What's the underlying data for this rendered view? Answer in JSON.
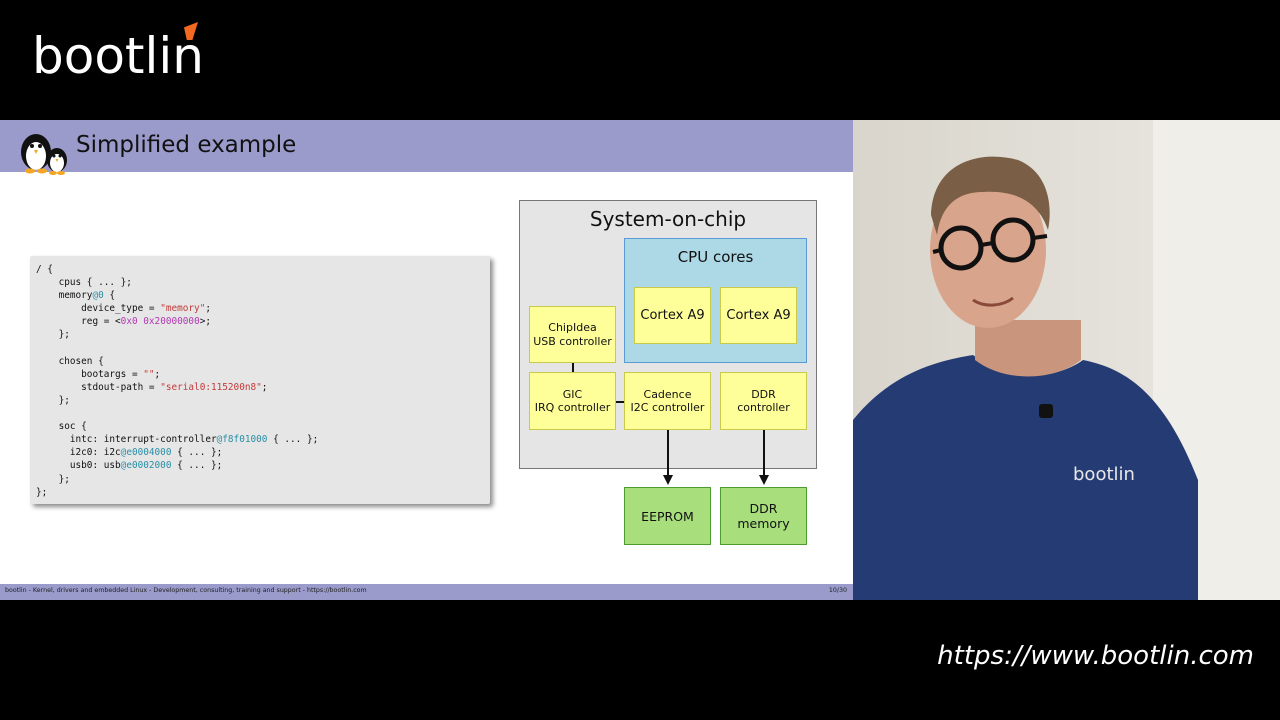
{
  "brand": {
    "logo_text": "bootlin",
    "accent_color": "#f26a22"
  },
  "slide": {
    "title": "Simplified example",
    "header_icon": "penguins-icon",
    "code_lines": [
      "/ {",
      "    cpus { ... };",
      "    memory@0 {",
      "        device_type = \"memory\";",
      "        reg = <0x0 0x20000000>;",
      "    };",
      "",
      "    chosen {",
      "        bootargs = \"\";",
      "        stdout-path = \"serial0:115200n8\";",
      "    };",
      "",
      "    soc {",
      "      intc: interrupt-controller@f8f01000 { ... };",
      "      i2c0: i2c@e0004000 { ... };",
      "      usb0: usb@e0002000 { ... };",
      "    };",
      "};"
    ],
    "diagram": {
      "soc_title": "System-on-chip",
      "cpu_title": "CPU cores",
      "cores": [
        "Cortex A9",
        "Cortex A9"
      ],
      "usb": [
        "ChipIdea",
        "USB controller"
      ],
      "gic": [
        "GIC",
        "IRQ controller"
      ],
      "i2c": [
        "Cadence",
        "I2C controller"
      ],
      "ddr_ctrl": [
        "DDR",
        "controller"
      ],
      "eeprom": "EEPROM",
      "ddr_mem": [
        "DDR",
        "memory"
      ]
    },
    "footer": {
      "text": "bootlin - Kernel, drivers and embedded Linux - Development, consulting, training and support -  https://bootlin.com",
      "page": "10/30"
    }
  },
  "shirt_logo": "bootlin",
  "url": "https://www.bootlin.com",
  "colors": {
    "header_bar": "#9a9acb",
    "soc_bg": "#e5e5e5",
    "cpu_bg": "#add8e6",
    "block_yellow": "#ffff99",
    "block_green": "#a8df7c"
  }
}
